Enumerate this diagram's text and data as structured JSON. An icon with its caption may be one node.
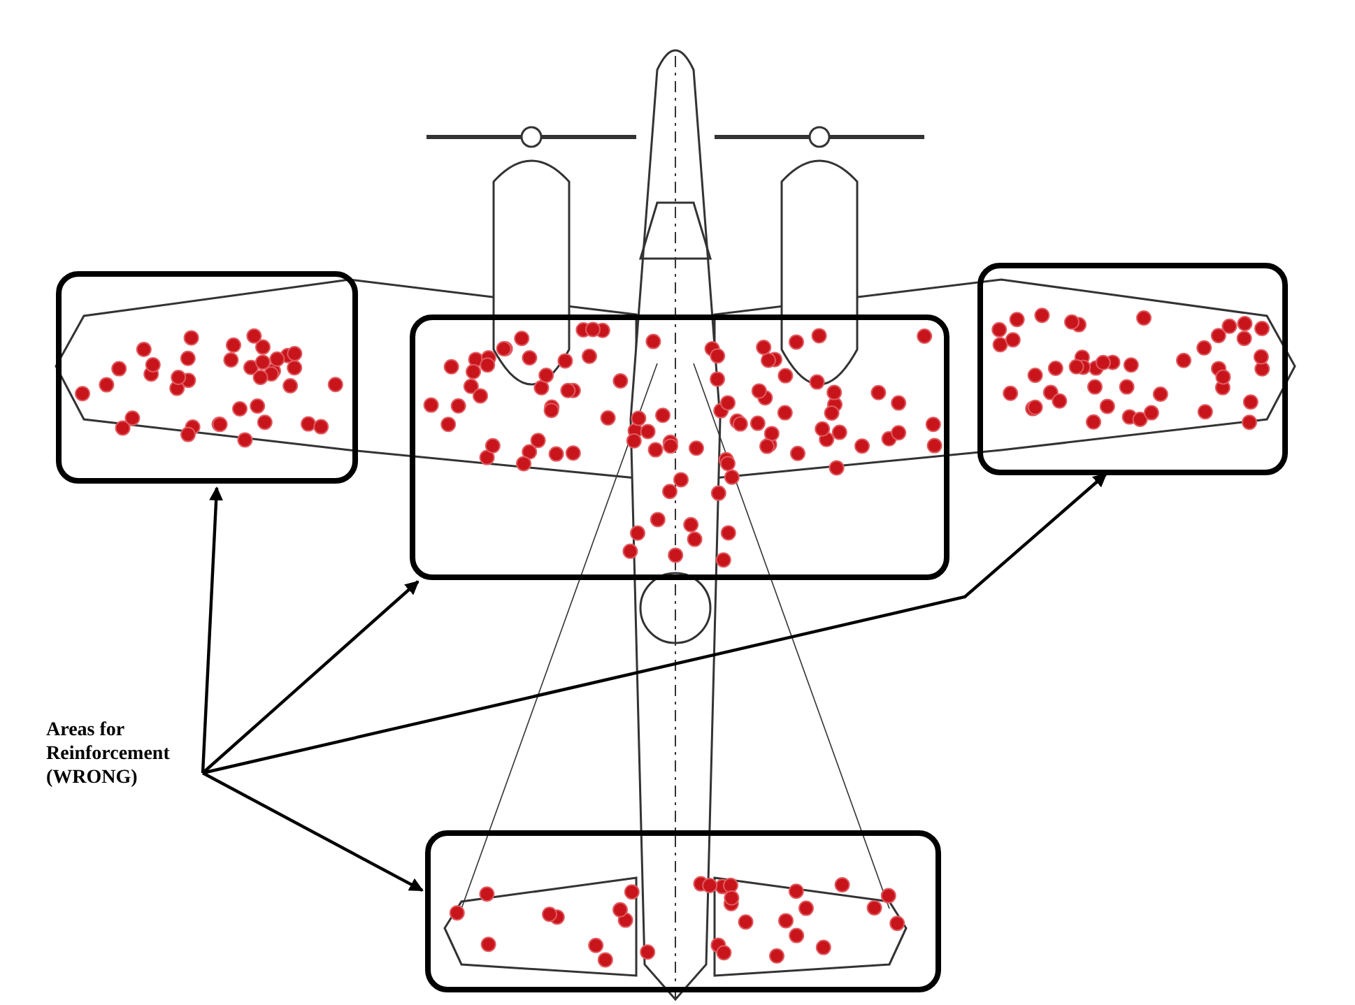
{
  "diagram": {
    "nodes": [
      {
        "text": [
          "Areas for Reinforcement (WRONG)"
        ]
      },
      {
        "text": [],
        "shape": "box"
      },
      {
        "text": [],
        "shape": "box"
      },
      {
        "text": [],
        "shape": "box"
      },
      {
        "text": [],
        "shape": "box"
      }
    ],
    "edges": [
      {
        "from": 0,
        "to": 1,
        "arrow": "to"
      },
      {
        "from": 0,
        "to": 2,
        "arrow": "to"
      },
      {
        "from": 0,
        "to": 3,
        "arrow": "to"
      },
      {
        "from": 0,
        "to": 4,
        "arrow": "to"
      }
    ]
  }
}
